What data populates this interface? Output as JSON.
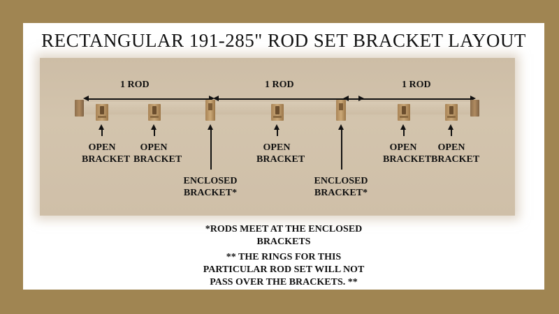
{
  "title": "RECTANGULAR 191-285\" ROD SET BRACKET LAYOUT",
  "dimensions": [
    {
      "label": "1 ROD"
    },
    {
      "label": "1 ROD"
    },
    {
      "label": "1 ROD"
    }
  ],
  "brackets": [
    {
      "line1": "OPEN",
      "line2": "BRACKET"
    },
    {
      "line1": "OPEN",
      "line2": "BRACKET"
    },
    {
      "line1": "ENCLOSED",
      "line2": "BRACKET*"
    },
    {
      "line1": "OPEN",
      "line2": "BRACKET"
    },
    {
      "line1": "ENCLOSED",
      "line2": "BRACKET*"
    },
    {
      "line1": "OPEN",
      "line2": "BRACKET"
    },
    {
      "line1": "OPEN",
      "line2": "BRACKET"
    }
  ],
  "notes": {
    "note1_line1": "*RODS MEET AT THE ENCLOSED",
    "note1_line2": "BRACKETS",
    "note2_line1": "** THE RINGS FOR THIS",
    "note2_line2": "PARTICULAR ROD SET WILL NOT",
    "note2_line3": "PASS OVER THE BRACKETS. **"
  },
  "colors": {
    "frame": "#a08552",
    "card": "#ffffff",
    "diagram_background": "#cfbfa8",
    "bracket": "#b8935f",
    "text": "#111111"
  }
}
